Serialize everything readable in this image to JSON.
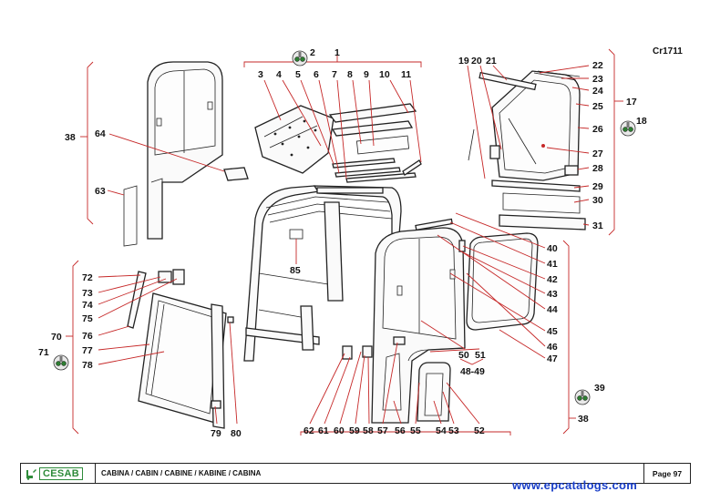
{
  "drawing_code": "Cr1711",
  "callouts": {
    "c1": "1",
    "c2": "2",
    "c3": "3",
    "c4": "4",
    "c5": "5",
    "c6": "6",
    "c7": "7",
    "c8": "8",
    "c9": "9",
    "c10": "10",
    "c11": "11",
    "c17": "17",
    "c18": "18",
    "c19": "19",
    "c20": "20",
    "c21": "21",
    "c22": "22",
    "c23": "23",
    "c24": "24",
    "c25": "25",
    "c26": "26",
    "c27": "27",
    "c28": "28",
    "c29": "29",
    "c30": "30",
    "c31": "31",
    "c38a": "38",
    "c38b": "38",
    "c39": "39",
    "c40": "40",
    "c41": "41",
    "c42": "42",
    "c43": "43",
    "c44": "44",
    "c45": "45",
    "c46": "46",
    "c47": "47",
    "c48_49": "48-49",
    "c50": "50",
    "c51": "51",
    "c52": "52",
    "c53": "53",
    "c54": "54",
    "c55": "55",
    "c56": "56",
    "c57": "57",
    "c58": "58",
    "c59": "59",
    "c60": "60",
    "c61": "61",
    "c62": "62",
    "c63": "63",
    "c64": "64",
    "c70": "70",
    "c71": "71",
    "c72": "72",
    "c73": "73",
    "c74": "74",
    "c75": "75",
    "c76": "76",
    "c77": "77",
    "c78": "78",
    "c79": "79",
    "c80": "80",
    "c85": "85"
  },
  "icons": {
    "kit_icon": "hardware-kit-icon",
    "logo_icon": "cesab-forklift-logo-icon"
  },
  "colors": {
    "leader": "#c62828",
    "logo": "#2e8b3a",
    "watermark": "#1a3fc8"
  },
  "footer": {
    "brand": "CESAB",
    "caption": "CABINA / CABIN / CABINE / KABINE  / CABINA",
    "page": "Page 97"
  },
  "watermark": "www.epcatalogs.com"
}
